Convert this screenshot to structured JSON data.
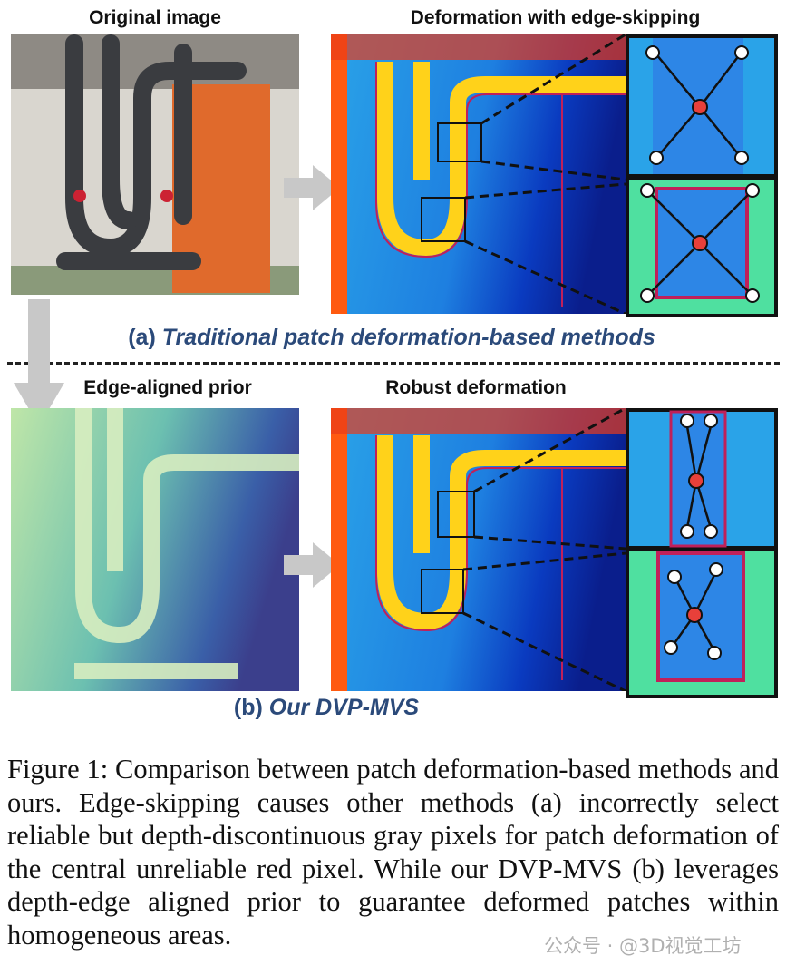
{
  "figure": {
    "top_left_label": "Original image",
    "top_right_label": "Deformation with edge-skipping",
    "subcaption_a_prefix": "(a) ",
    "subcaption_a_text": "Traditional patch deformation-based methods",
    "bottom_left_label": "Edge-aligned prior",
    "bottom_right_label": "Robust deformation",
    "subcaption_b_prefix": "(b) ",
    "subcaption_b_text": "Our DVP-MVS"
  },
  "caption": "Figure 1: Comparison between patch deformation-based methods and ours. Edge-skipping causes other methods (a) incorrectly select reliable but depth-discontinuous gray pixels for patch deformation of the central unreliable red pixel. While our DVP-MVS (b) leverages depth-edge aligned prior to guarantee deformed patches within homogeneous areas.",
  "watermark": "公众号 · @3D视觉工坊",
  "colors": {
    "subcaption": "#2b4a7a",
    "center_pixel": "#e8403a",
    "edge": "#c0205a",
    "arrow": "#c8c8c8"
  }
}
